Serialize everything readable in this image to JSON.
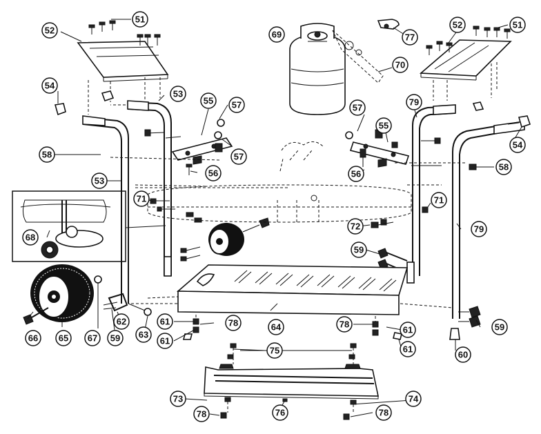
{
  "callouts": [
    {
      "id": "c51a",
      "text": "51"
    },
    {
      "id": "c52a",
      "text": "52"
    },
    {
      "id": "c54a",
      "text": "54"
    },
    {
      "id": "c53a",
      "text": "53"
    },
    {
      "id": "c55a",
      "text": "55"
    },
    {
      "id": "c57a",
      "text": "57"
    },
    {
      "id": "c57b",
      "text": "57"
    },
    {
      "id": "c58a",
      "text": "58"
    },
    {
      "id": "c56a",
      "text": "56"
    },
    {
      "id": "c53b",
      "text": "53"
    },
    {
      "id": "c71a",
      "text": "71"
    },
    {
      "id": "c68",
      "text": "68"
    },
    {
      "id": "c66",
      "text": "66"
    },
    {
      "id": "c65",
      "text": "65"
    },
    {
      "id": "c67",
      "text": "67"
    },
    {
      "id": "c59a",
      "text": "59"
    },
    {
      "id": "c62",
      "text": "62"
    },
    {
      "id": "c63",
      "text": "63"
    },
    {
      "id": "c61a",
      "text": "61"
    },
    {
      "id": "c61b",
      "text": "61"
    },
    {
      "id": "c78a",
      "text": "78"
    },
    {
      "id": "c64",
      "text": "64"
    },
    {
      "id": "c69",
      "text": "69"
    },
    {
      "id": "c70",
      "text": "70"
    },
    {
      "id": "c77",
      "text": "77"
    },
    {
      "id": "c52b",
      "text": "52"
    },
    {
      "id": "c51b",
      "text": "51"
    },
    {
      "id": "c79a",
      "text": "79"
    },
    {
      "id": "c57c",
      "text": "57"
    },
    {
      "id": "c55b",
      "text": "55"
    },
    {
      "id": "c54b",
      "text": "54"
    },
    {
      "id": "c58b",
      "text": "58"
    },
    {
      "id": "c56b",
      "text": "56"
    },
    {
      "id": "c71b",
      "text": "71"
    },
    {
      "id": "c72",
      "text": "72"
    },
    {
      "id": "c79b",
      "text": "79"
    },
    {
      "id": "c59b",
      "text": "59"
    },
    {
      "id": "c59c",
      "text": "59"
    },
    {
      "id": "c60",
      "text": "60"
    },
    {
      "id": "c78b",
      "text": "78"
    },
    {
      "id": "c61c",
      "text": "61"
    },
    {
      "id": "c61d",
      "text": "61"
    },
    {
      "id": "c75",
      "text": "75"
    },
    {
      "id": "c73",
      "text": "73"
    },
    {
      "id": "c76",
      "text": "76"
    },
    {
      "id": "c74",
      "text": "74"
    },
    {
      "id": "c78c",
      "text": "78"
    },
    {
      "id": "c78d",
      "text": "78"
    }
  ]
}
